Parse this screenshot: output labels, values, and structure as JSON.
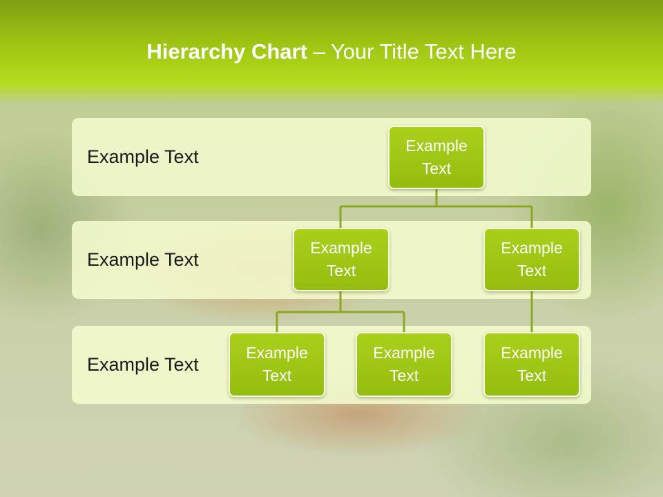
{
  "title": {
    "bold": "Hierarchy Chart",
    "rest": " – Your Title Text Here"
  },
  "levels": [
    {
      "label": "Example Text"
    },
    {
      "label": "Example Text"
    },
    {
      "label": "Example Text"
    }
  ],
  "nodes": {
    "root": "Example Text",
    "mid_left": "Example Text",
    "mid_right": "Example Text",
    "leaf_1": "Example Text",
    "leaf_2": "Example Text",
    "leaf_3": "Example Text"
  },
  "colors": {
    "header": "#9cc312",
    "node_fill": "#a8d01a",
    "connector": "#8aa824",
    "band": "#f3facd"
  }
}
